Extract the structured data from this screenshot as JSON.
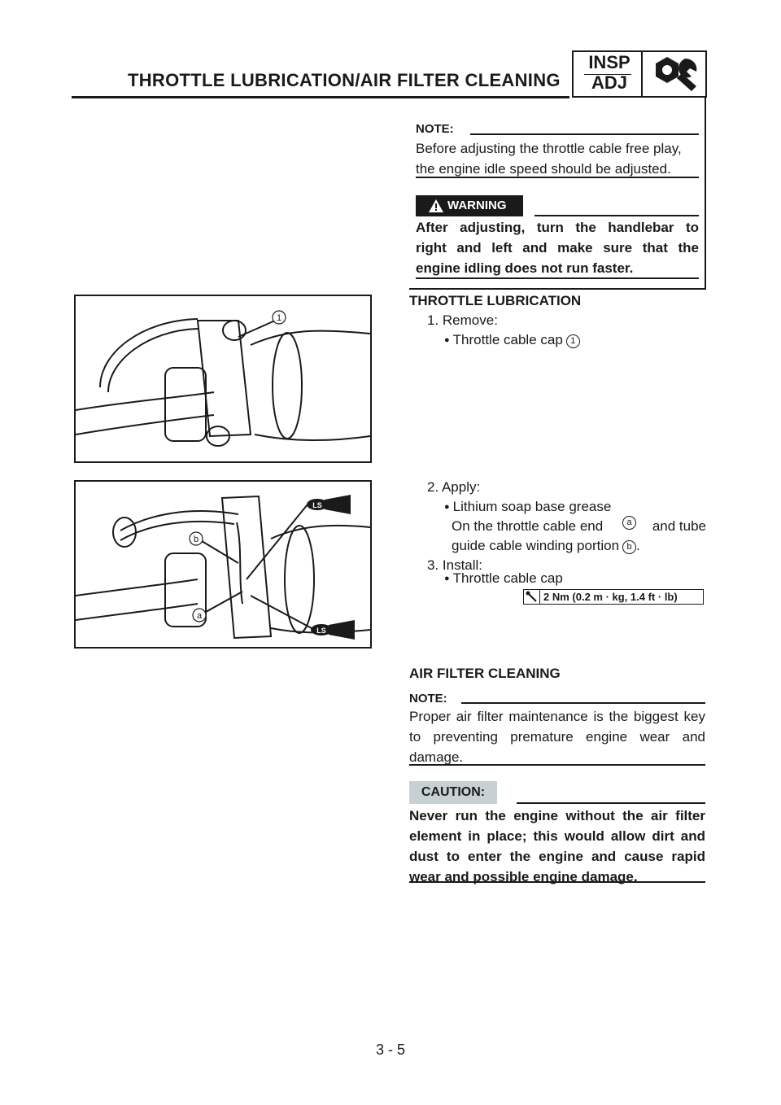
{
  "header": {
    "title": "THROTTLE LUBRICATION/AIR FILTER CLEANING",
    "tab_top": "INSP",
    "tab_bottom": "ADJ",
    "icon": "wrench-nut-icon"
  },
  "note1": {
    "label": "NOTE:",
    "lines": [
      "Before adjusting the throttle cable free play,",
      "the engine idle speed should be adjusted."
    ]
  },
  "warning": {
    "label": "WARNING",
    "icon": "warning-triangle-icon",
    "lines": [
      "After adjusting, turn the handlebar to",
      "right and left and make sure that the",
      "engine idling does not run faster."
    ]
  },
  "throttle": {
    "heading": "THROTTLE LUBRICATION",
    "step1": "1.  Remove:",
    "step1_item": "Throttle cable cap",
    "step1_item_ref": "1",
    "step2": "2.  Apply:",
    "step2_item": "Lithium soap base grease",
    "step2_line1_a": "On the throttle cable end",
    "step2_line1_ref": "a",
    "step2_line1_b": "and tube",
    "step2_line2_a": "guide cable winding portion",
    "step2_line2_ref": "b",
    "step2_line2_b": ".",
    "step3": "3.  Install:",
    "step3_item": "Throttle cable cap",
    "torque": "2 Nm (0.2 m · kg, 1.4 ft · lb)",
    "torque_icon": "torque-wrench-icon"
  },
  "figures": {
    "fig1_callout": "1",
    "fig2_callout_a": "a",
    "fig2_callout_b": "b",
    "fig2_ls_top": "LS",
    "fig2_ls_bottom": "LS"
  },
  "air_filter": {
    "heading": "AIR FILTER CLEANING",
    "note_label": "NOTE:",
    "note_lines": [
      "Proper air filter maintenance is the biggest key",
      "to preventing premature engine wear and",
      "damage."
    ],
    "caution_label": "CAUTION:",
    "caution_lines": [
      "Never run the engine without the air filter",
      "element in place; this would allow dirt and",
      "dust to enter the engine and cause rapid",
      "wear and possible engine damage."
    ]
  },
  "footer": {
    "page_number": "3 - 5"
  }
}
